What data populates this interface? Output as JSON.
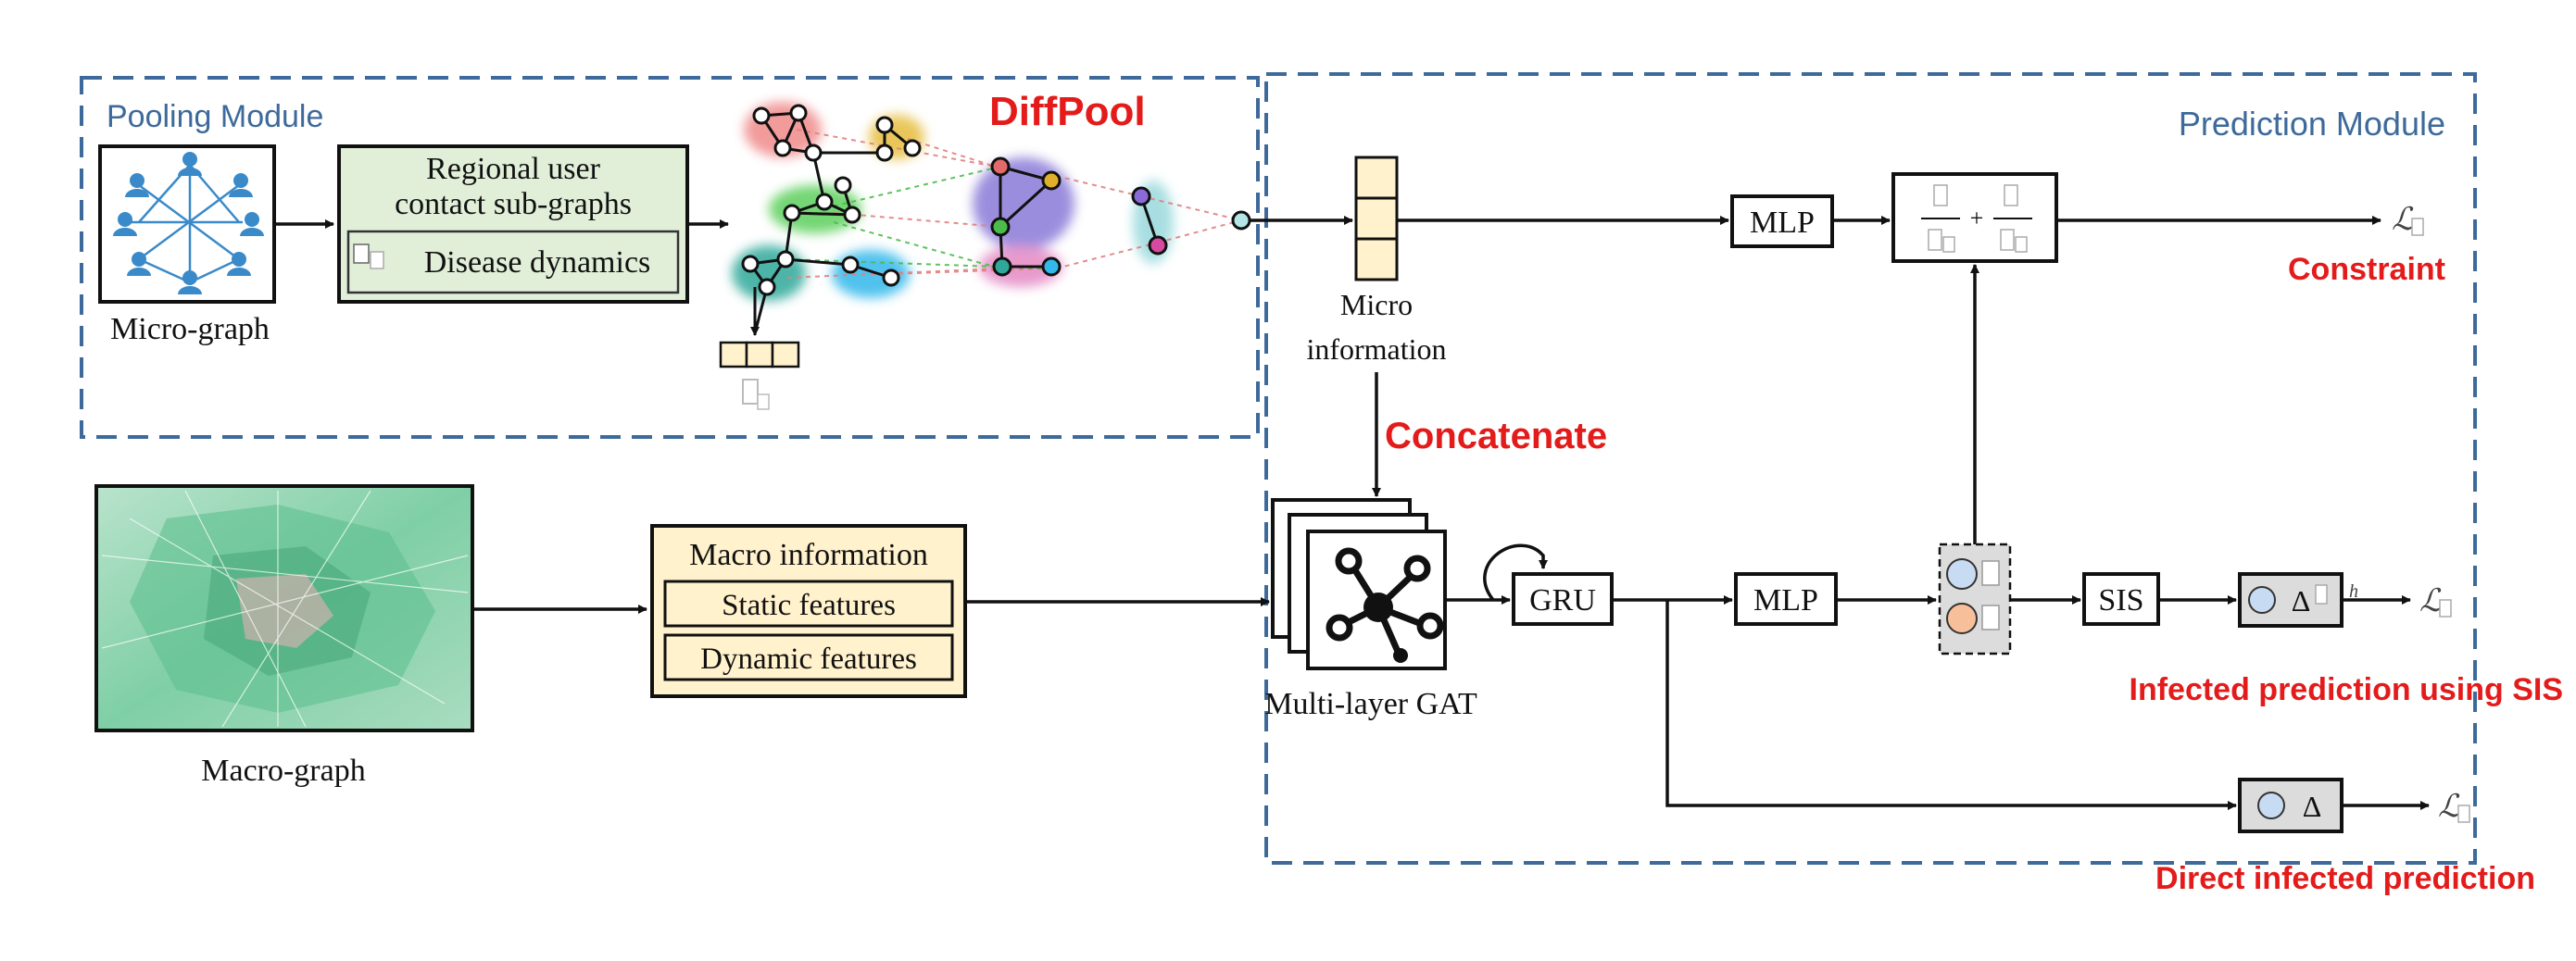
{
  "modules": {
    "pooling": "Pooling Module",
    "prediction": "Prediction Module"
  },
  "labels": {
    "micro_graph": "Micro-graph",
    "regional_line1": "Regional user",
    "regional_line2": "contact sub-graphs",
    "disease_dynamics": "Disease dynamics",
    "diffpool": "DiffPool",
    "micro_info_line1": "Micro",
    "micro_info_line2": "information",
    "concatenate": "Concatenate",
    "macro_graph": "Macro-graph",
    "macro_information": "Macro information",
    "static_features": "Static features",
    "dynamic_features": "Dynamic features",
    "multi_layer_gat": "Multi-layer GAT",
    "gru": "GRU",
    "mlp_top": "MLP",
    "mlp_mid": "MLP",
    "sis": "SIS",
    "delta1": "Δ",
    "delta2": "Δ",
    "plus": "+",
    "loss": "ℒ",
    "h": "h"
  },
  "outputs": {
    "constraint": "Constraint",
    "sis_prediction": "Infected prediction using SIS",
    "direct_prediction": "Direct infected prediction"
  },
  "colors": {
    "module_border": "#3d6a9a",
    "green_box": "#e1efd9",
    "yellow_box": "#fff2cc",
    "red_text": "#e41b1b"
  }
}
